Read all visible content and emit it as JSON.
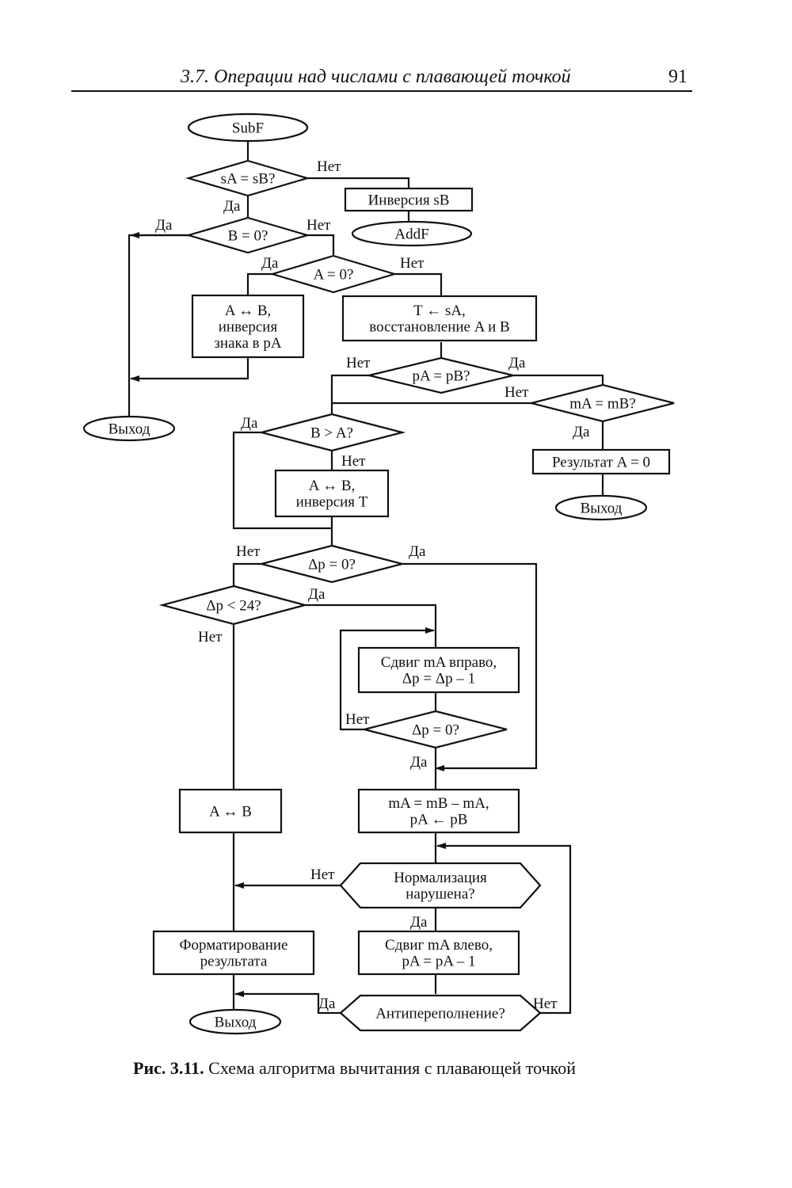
{
  "header": {
    "title": "3.7. Операции над числами с плавающей точкой",
    "page_number": "91"
  },
  "caption": {
    "prefix": "Рис. 3.11.",
    "text": "Схема алгоритма вычитания с плавающей точкой"
  },
  "nodes": {
    "start": "SubF",
    "d_sign": "sA = sB?",
    "inv_sb": "Инверсия sB",
    "addf": "AddF",
    "d_b0": "B = 0?",
    "d_a0": "A = 0?",
    "swap_inv": [
      "A ↔ B,",
      "инверсия",
      "знака в pA"
    ],
    "t_sa": [
      "T ← sA,",
      "восстановление A и B"
    ],
    "exit1": "Выход",
    "d_pa_pb": "pA = pB?",
    "d_ma_mb": "mA = mB?",
    "res_a0": "Результат A = 0",
    "exit2": "Выход",
    "d_b_gt_a": "B > A?",
    "swap_inv_t": [
      "A ↔ B,",
      "инверсия T"
    ],
    "d_dp0": "Δp  = 0?",
    "d_dp24": "Δp  <  24?",
    "shift_right": [
      "Сдвиг mA вправо,",
      "Δp  = Δp  – 1"
    ],
    "d_dp0_loop": "Δp  = 0?",
    "swap": "A ↔ B",
    "sub_m": [
      "mA = mB – mA,",
      "pA ← pB"
    ],
    "d_norm": [
      "Нормализация",
      "нарушена?"
    ],
    "format": [
      "Форматирование",
      "результата"
    ],
    "shift_left": [
      "Сдвиг mA влево,",
      "pA = pA – 1"
    ],
    "d_underflow": "Антипереполнение?",
    "exit3": "Выход"
  },
  "branch_labels": {
    "yes": "Да",
    "no": "Нет"
  }
}
